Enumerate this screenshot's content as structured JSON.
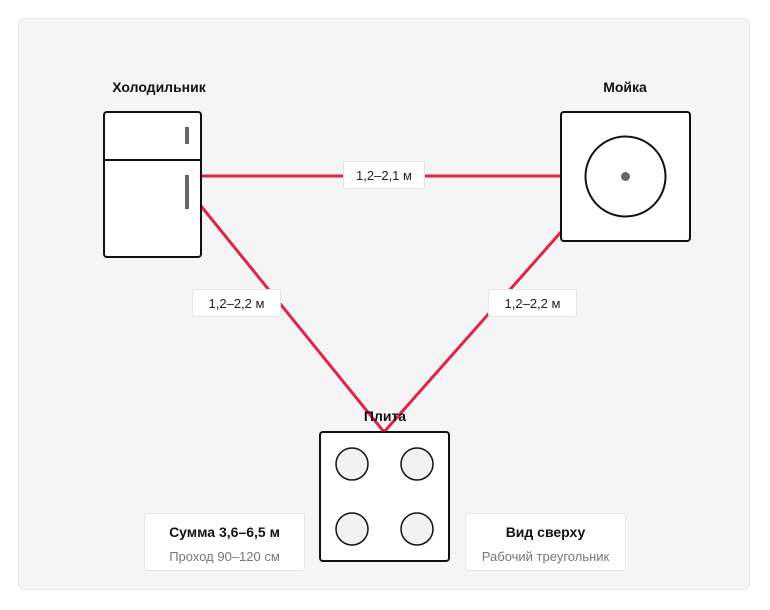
{
  "labels": {
    "fridge": "Холодильник",
    "sink": "Мойка",
    "stove": "Плита"
  },
  "distances": {
    "fridge_sink": "1,2–2,1 м",
    "fridge_stove": "1,2–2,2 м",
    "sink_stove": "1,2–2,2 м"
  },
  "summary": {
    "title": "Сумма 3,6–6,5 м",
    "subtitle": "Проход 90–120 см"
  },
  "view": {
    "title": "Вид сверху",
    "subtitle": "Рабочий треугольник"
  },
  "colors": {
    "line": "#e0234a",
    "stroke": "#111111"
  },
  "icons": [
    "fridge-icon",
    "sink-icon",
    "stove-icon"
  ]
}
